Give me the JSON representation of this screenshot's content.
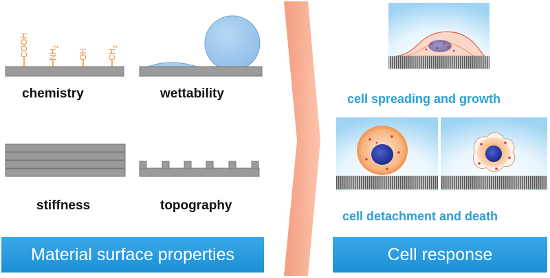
{
  "properties": {
    "chemistry": {
      "label": "chemistry",
      "groups": [
        {
          "base": "COOH",
          "sub": ""
        },
        {
          "base": "NH",
          "sub": "2"
        },
        {
          "base": "OH",
          "sub": ""
        },
        {
          "base": "CH",
          "sub": "3"
        }
      ]
    },
    "wettability": {
      "label": "wettability"
    },
    "stiffness": {
      "label": "stiffness"
    },
    "topography": {
      "label": "topography"
    }
  },
  "responses": {
    "growth": "cell spreading and growth",
    "death": "cell detachment and death"
  },
  "banners": {
    "left": "Material surface properties",
    "right": "Cell response"
  },
  "colors": {
    "accent": "#2a9fd6",
    "banner": "#1d8fd6",
    "chemistry_text": "#ee8a2e",
    "arrow": "#f7a98a",
    "substrate": "#9b9b9b",
    "droplet": "#a8cdee"
  }
}
